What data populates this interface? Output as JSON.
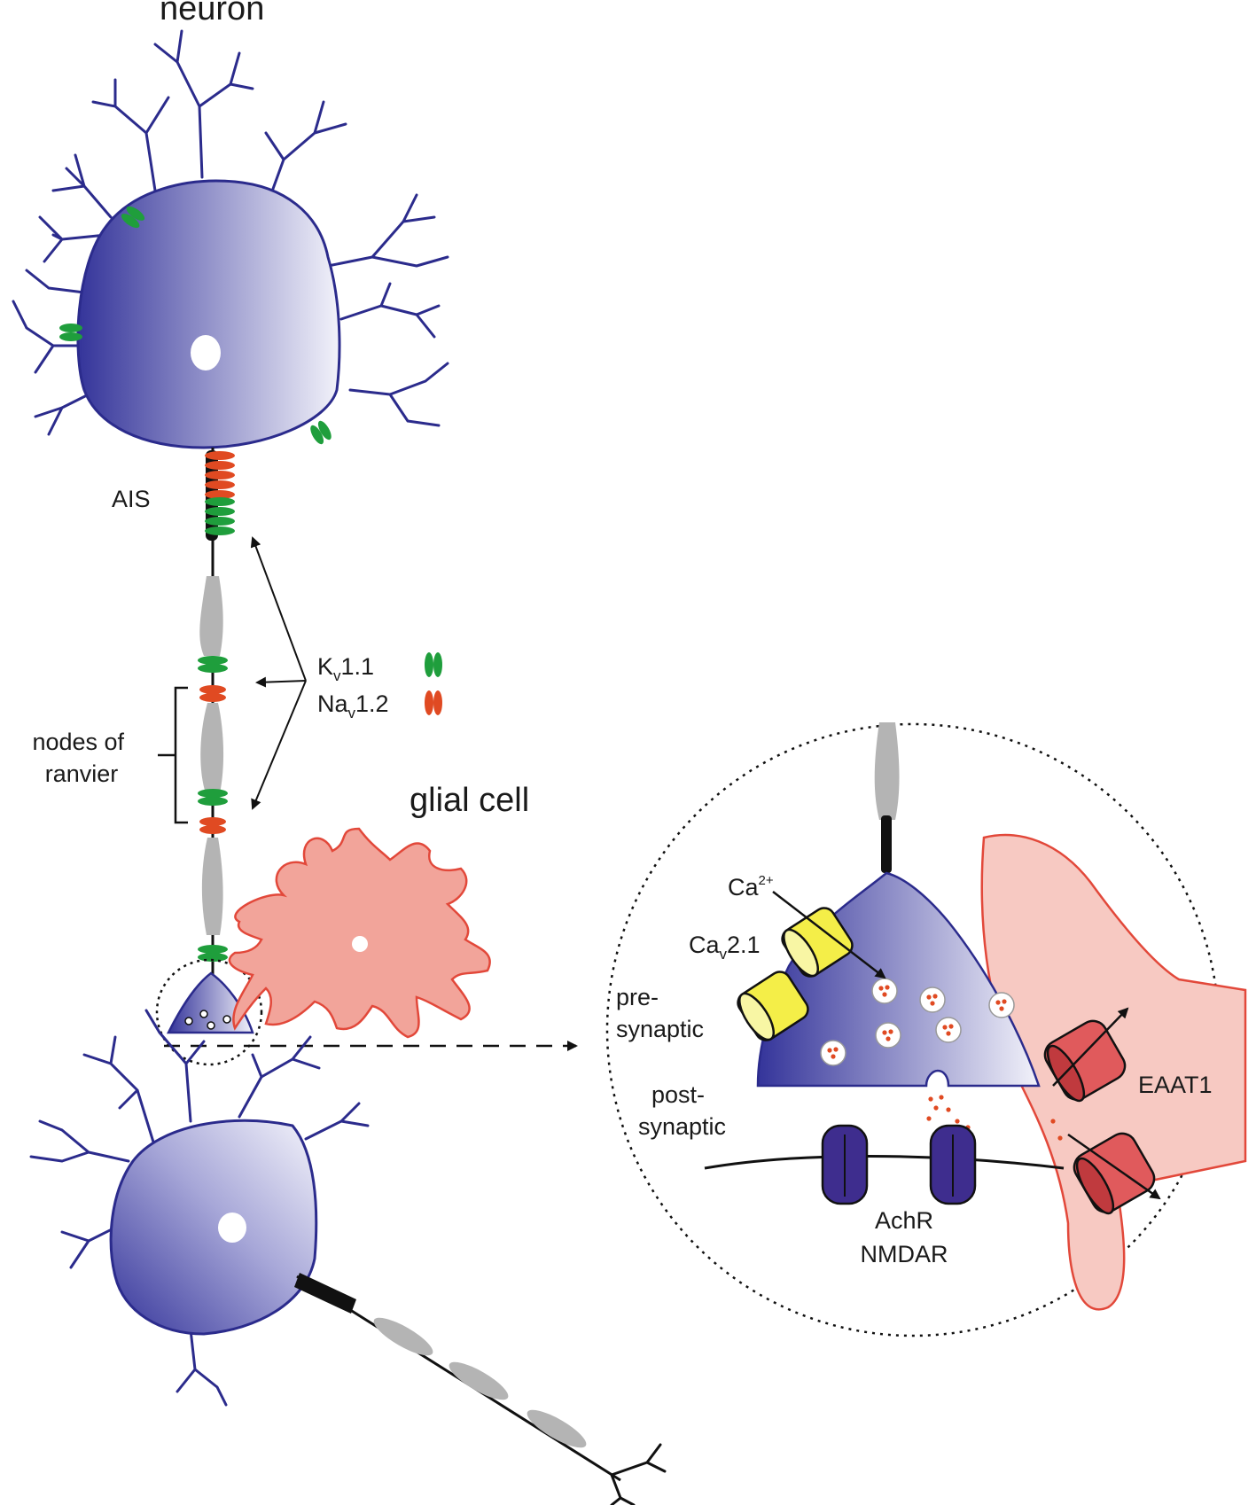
{
  "labels": {
    "neuron": "neuron",
    "ais": "AIS",
    "kv_main": "K",
    "kv_sub": "v",
    "kv_tail": "1.1",
    "nav_main": "Na",
    "nav_sub": "v",
    "nav_tail": "1.2",
    "nodes_line1": "nodes of",
    "nodes_line2": "ranvier",
    "glial": "glial cell",
    "ca_main": "Ca",
    "ca_sup": "2+",
    "cav_main": "Ca",
    "cav_sub": "v",
    "cav_tail": "2.1",
    "pre1": "pre-",
    "pre2": "synaptic",
    "post1": "post-",
    "post2": "synaptic",
    "eaat": "EAAT1",
    "achr": "AchR",
    "nmdar": "NMDAR"
  },
  "colors": {
    "neuron_dark": "#34349a",
    "neuron_light": "#f2f2fa",
    "dendrite": "#2b2b8c",
    "kv_green": "#1f9e3c",
    "nav_red": "#e04a22",
    "myelin_gray": "#b4b4b4",
    "glia_fill": "#f2a49a",
    "glia_stroke": "#e2483a",
    "cav_yellow": "#f4ee48",
    "eaat_red": "#e05a5c",
    "receptor_purple": "#3e2d8e"
  }
}
